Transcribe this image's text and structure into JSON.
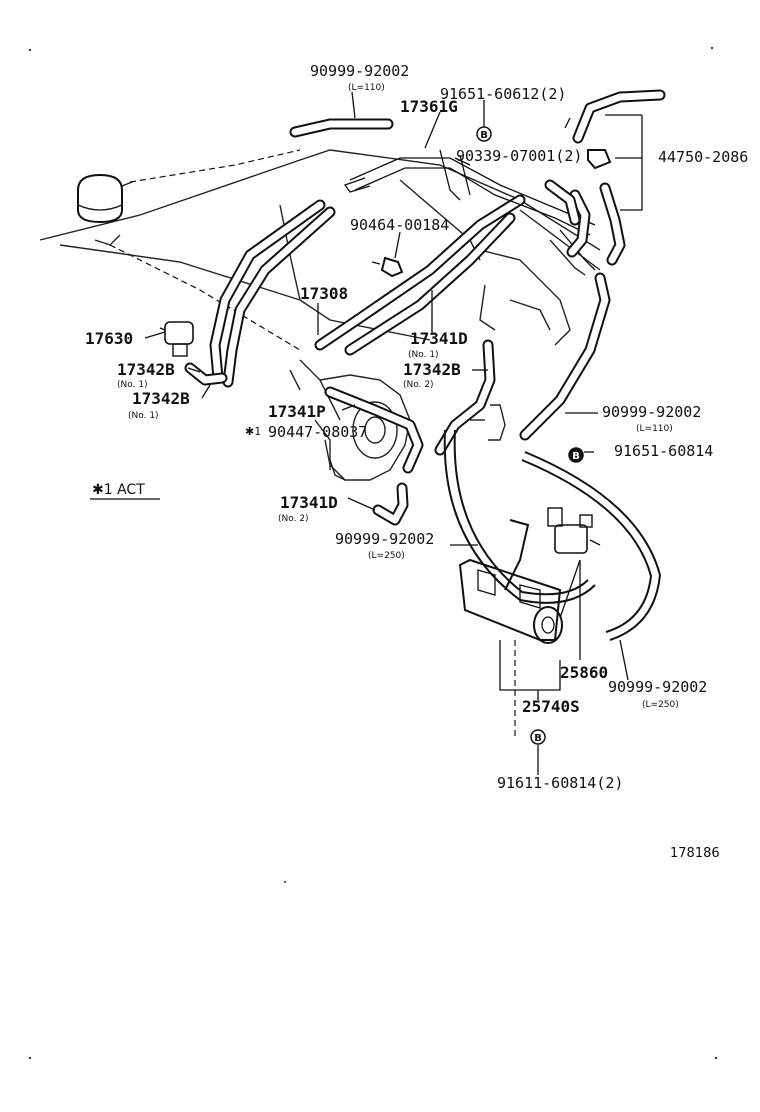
{
  "diagram": {
    "labels": {
      "p_90999_92002_top": "90999-92002",
      "p_90999_92002_top_len": "(L=110)",
      "p_91651_60612": "91651-60612(2)",
      "p_17361g": "17361G",
      "p_90339_07001": "90339-07001(2)",
      "p_44750_2086": "44750-2086",
      "p_90464_00184": "90464-00184",
      "p_17308": "17308",
      "p_17630": "17630",
      "p_17341d_1": "17341D",
      "p_17341d_1_sub": "(No. 1)",
      "p_17342b_2": "17342B",
      "p_17342b_2_sub": "(No. 2)",
      "p_17342b_1a": "17342B",
      "p_17342b_1a_sub": "(No. 1)",
      "p_17342b_1b": "17342B",
      "p_17342b_1b_sub": "(No. 1)",
      "p_17341p": "17341P",
      "p_90447_08037": "90447-08037",
      "p_90447_mark": "✱1",
      "p_90999_92002_mid": "90999-92002",
      "p_90999_92002_mid_len": "(L=110)",
      "p_91651_60814": "91651-60814",
      "note_act": "✱1 ACT",
      "p_17341d_2": "17341D",
      "p_17341d_2_sub": "(No. 2)",
      "p_90999_92002_low": "90999-92002",
      "p_90999_92002_low_len": "(L=250)",
      "p_25860": "25860",
      "p_90999_92002_right": "90999-92002",
      "p_90999_92002_right_len": "(L=250)",
      "p_25740s": "25740S",
      "p_91611_60814": "91611-60814(2)",
      "illustration_number": "178186"
    },
    "bolt_markers": {
      "b1": "B",
      "b2": "B",
      "b3": "B"
    }
  }
}
